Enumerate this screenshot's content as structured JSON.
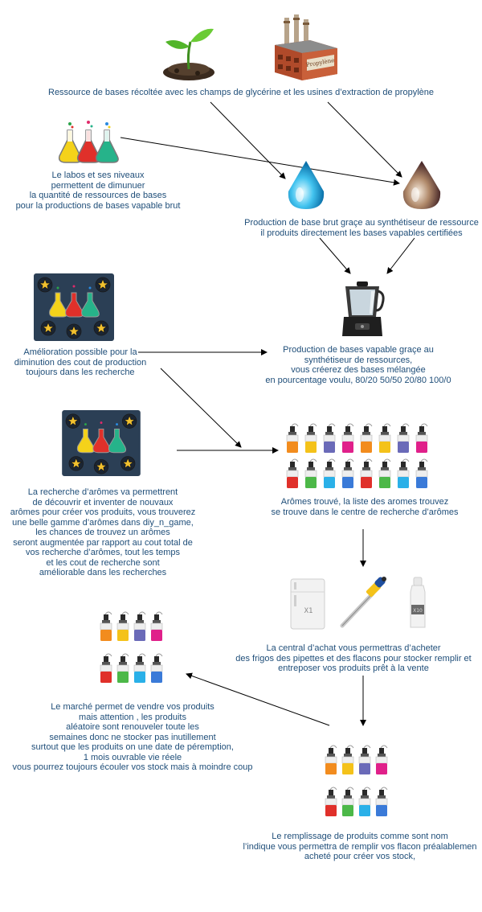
{
  "colors": {
    "text": "#1f4e79",
    "arrow": "#000000",
    "panel": "#2b3f55",
    "star": "#f2c12e"
  },
  "icons": [
    "seedling-icon",
    "factory-icon",
    "flasks-icon",
    "water-drop-icon",
    "propylene-drop-icon",
    "research-flasks-icon",
    "mixer-icon",
    "research-flasks-icon",
    "aroma-bottles-icon",
    "fridge-icon",
    "pipette-icon",
    "flask-bottle-icon",
    "market-bottles-icon",
    "filled-bottles-icon"
  ],
  "fridge_label": "X1",
  "bottle_label": "X10",
  "factory_sign": "Propylène",
  "texts": {
    "resources": "Ressource de bases récoltée avec les champs de glycérine et les usines d’extraction de propylène",
    "labs": "Le labos et ses niveaux\npermettent de dimunuer\nla quantité de ressources de bases\npour la productions de bases vapable brut",
    "raw_production": "Production de base brut graçe au synthétiseur de ressource\nil produits directement les bases vapables certifiées",
    "improvement": "Amélioration possible pour la\ndiminution des cout de production\ntoujours dans les recherche",
    "mixed_production": "Production de bases vapable graçe au\nsynthétiseur de ressources,\nvous créerez des bases mélangée\nen pourcentage voulu, 80/20   50/50   20/80   100/0",
    "aroma_research": "La recherche d’arômes va permettrent\nde découvrir et inventer de nouvaux\narômes pour créer vos produits, vous trouverez\nune belle gamme d’arômes dans diy_n_game,\nles chances de trouvez un arômes\nseront augmentée par rapport au cout total de\nvos recherche d’arômes, tout les temps\net les cout de recherche  sont\naméliorable dans les recherches",
    "aromas_found": "Arômes trouvé, la liste des aromes trouvez\nse trouve dans le centre de recherche d’arômes",
    "purchase": "La central d’achat vous permettras d’acheter\ndes frigos des pipettes et des flacons pour stocker remplir et\nentreposer vos produits prêt à la vente",
    "market": "Le marché permet de vendre vos produits\nmais attention , les produits\naléatoire sont renouveler toute les\nsemaines donc ne stocker pas inutillement\nsurtout que les produits on une date de péremption,\n1 mois ouvrable vie réele\nvous pourrez toujours écouler vos stock mais à moindre coup",
    "filling": "Le remplissage de produits comme sont nom\nl’indique vous permettra de remplir vos flacon préalablemen\nacheté pour créer vos stock,"
  }
}
